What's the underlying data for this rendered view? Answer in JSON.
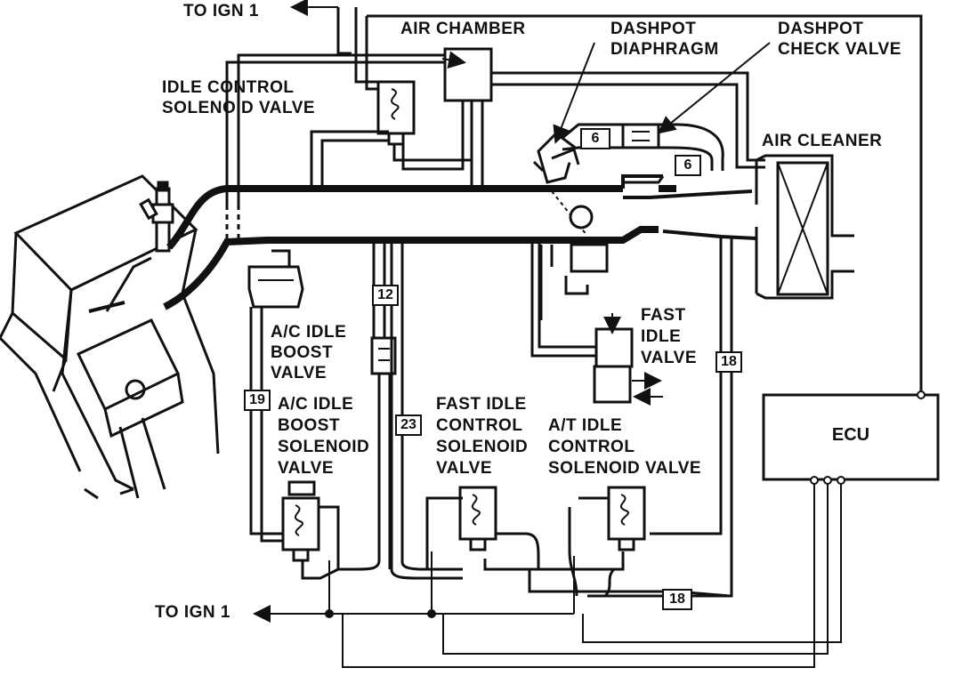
{
  "labels": {
    "to_ign_top": "TO IGN 1",
    "to_ign_bottom": "TO IGN 1",
    "air_chamber": "AIR CHAMBER",
    "dashpot_diaphragm": [
      "DASHPOT",
      "DIAPHRAGM"
    ],
    "dashpot_check_valve": [
      "DASHPOT",
      "CHECK VALVE"
    ],
    "idle_control_solenoid_valve": [
      "IDLE CONTROL",
      "SOLENOID VALVE"
    ],
    "air_cleaner": "AIR CLEANER",
    "ac_idle_boost_valve": [
      "A/C IDLE",
      "BOOST",
      "VALVE"
    ],
    "fast_idle_valve": [
      "FAST",
      "IDLE",
      "VALVE"
    ],
    "ac_idle_boost_solenoid_valve": [
      "A/C IDLE",
      "BOOST",
      "SOLENOID",
      "VALVE"
    ],
    "fast_idle_control_solenoid_valve": [
      "FAST IDLE",
      "CONTROL",
      "SOLENOID",
      "VALVE"
    ],
    "at_idle_control_solenoid_valve": [
      "A/T IDLE",
      "CONTROL",
      "SOLENOID VALVE"
    ],
    "ecu": "ECU"
  },
  "hose_numbers": {
    "dashpot_hose_upper": "6",
    "dashpot_hose_lower": "6",
    "hose_12": "12",
    "hose_18_right": "18",
    "hose_19": "19",
    "hose_23": "23",
    "hose_18_bottom": "18"
  },
  "colors": {
    "ink": "#111111",
    "paper": "#ffffff"
  }
}
